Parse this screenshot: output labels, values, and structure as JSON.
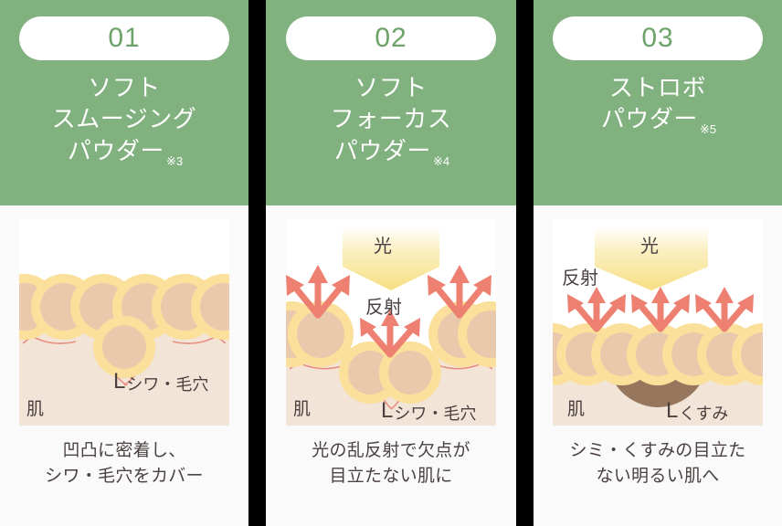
{
  "theme": {
    "header_green": "#80B17E",
    "badge_number_color": "#6BA368",
    "card_background": "#FAFAFA",
    "page_background": "#000000",
    "skin_base": "#F2E4D6",
    "bead_ring": "#FBE09B",
    "bead_center": "#E8C9AC",
    "arrow_color": "#EE8072",
    "light_beam": "#F7E08C",
    "dark_spot": "#96775E",
    "caption_text": "#4A4140",
    "wrinkle_line": "#E8897C"
  },
  "columns": [
    {
      "badge": "01",
      "title_lines": [
        "ソフト",
        "スムージング",
        "パウダー"
      ],
      "title_note": "※3",
      "illustration": {
        "name": "soft-smoothing-powder-diagram",
        "has_light_beam": false,
        "has_arrows": false,
        "has_dark_spot": false,
        "labels": {
          "skin": "肌",
          "defect_bracket": "L",
          "defect": "シワ・毛穴"
        }
      },
      "caption_lines": [
        "凹凸に密着し、",
        "シワ・毛穴をカバー"
      ]
    },
    {
      "badge": "02",
      "title_lines": [
        "ソフト",
        "フォーカス",
        "パウダー"
      ],
      "title_note": "※4",
      "illustration": {
        "name": "soft-focus-powder-diagram",
        "has_light_beam": true,
        "has_arrows": true,
        "has_dark_spot": false,
        "labels": {
          "light": "光",
          "reflection": "反射",
          "skin": "肌",
          "defect_bracket": "L",
          "defect": "シワ・毛穴"
        }
      },
      "caption_lines": [
        "光の乱反射で欠点が",
        "目立たない肌に"
      ]
    },
    {
      "badge": "03",
      "title_lines": [
        "ストロボ",
        "パウダー"
      ],
      "title_note": "※5",
      "illustration": {
        "name": "strobo-powder-diagram",
        "has_light_beam": true,
        "has_arrows": true,
        "has_dark_spot": true,
        "labels": {
          "light": "光",
          "reflection": "反射",
          "skin": "肌",
          "defect_bracket": "L",
          "defect": "くすみ"
        }
      },
      "caption_lines": [
        "シミ・くすみの目立た",
        "ない明るい肌へ"
      ]
    }
  ]
}
